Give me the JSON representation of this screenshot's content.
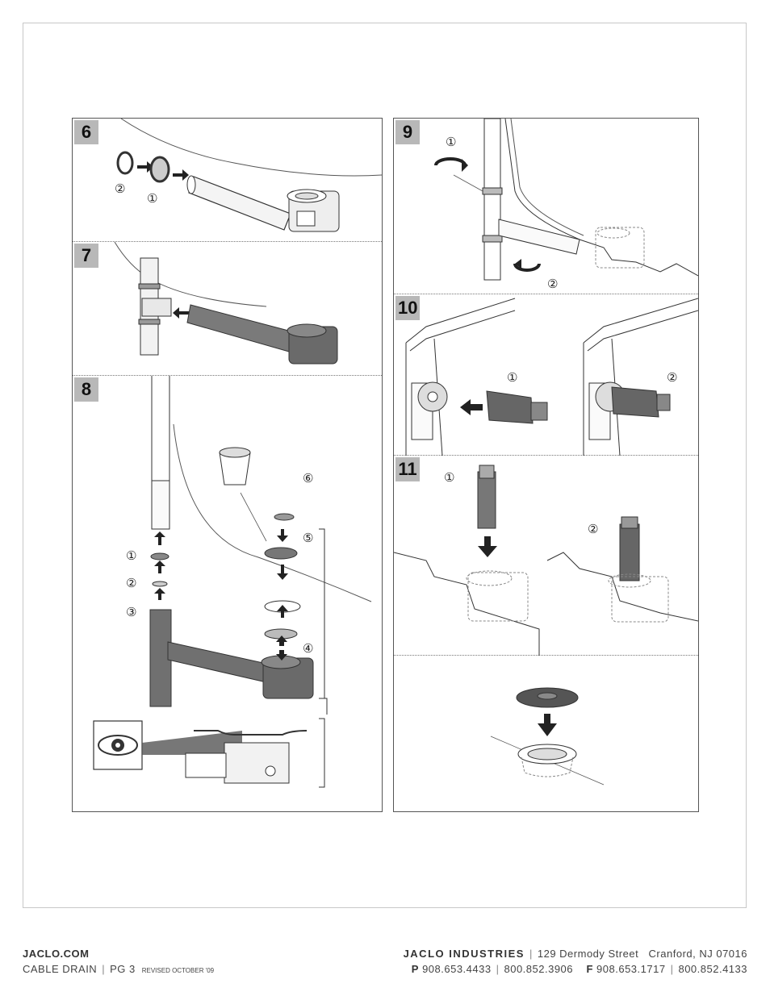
{
  "steps": {
    "s6": {
      "number": "6",
      "callouts": [
        "②",
        "①"
      ]
    },
    "s7": {
      "number": "7"
    },
    "s8": {
      "number": "8",
      "callouts": [
        "①",
        "②",
        "③",
        "④",
        "⑤",
        "⑥"
      ]
    },
    "s9": {
      "number": "9",
      "callouts": [
        "①",
        "②"
      ]
    },
    "s10": {
      "number": "10",
      "callouts": [
        "①",
        "②"
      ]
    },
    "s11": {
      "number": "11",
      "callouts": [
        "①",
        "②"
      ]
    }
  },
  "footer": {
    "website": "JACLO.COM",
    "product": "CABLE DRAIN",
    "page": "PG 3",
    "revised": "REVISED OCTOBER '09",
    "company": "JACLO INDUSTRIES",
    "street": "129 Dermody Street",
    "city": "Cranford, NJ 07016",
    "phone_label": "P",
    "phone": "908.653.4433",
    "phone_alt": "800.852.3906",
    "fax_label": "F",
    "fax": "908.653.1717",
    "fax_alt": "800.852.4133"
  },
  "colors": {
    "ink": "#333333",
    "part_dark": "#6a6a6a",
    "step_badge": "#b8b8b8"
  }
}
